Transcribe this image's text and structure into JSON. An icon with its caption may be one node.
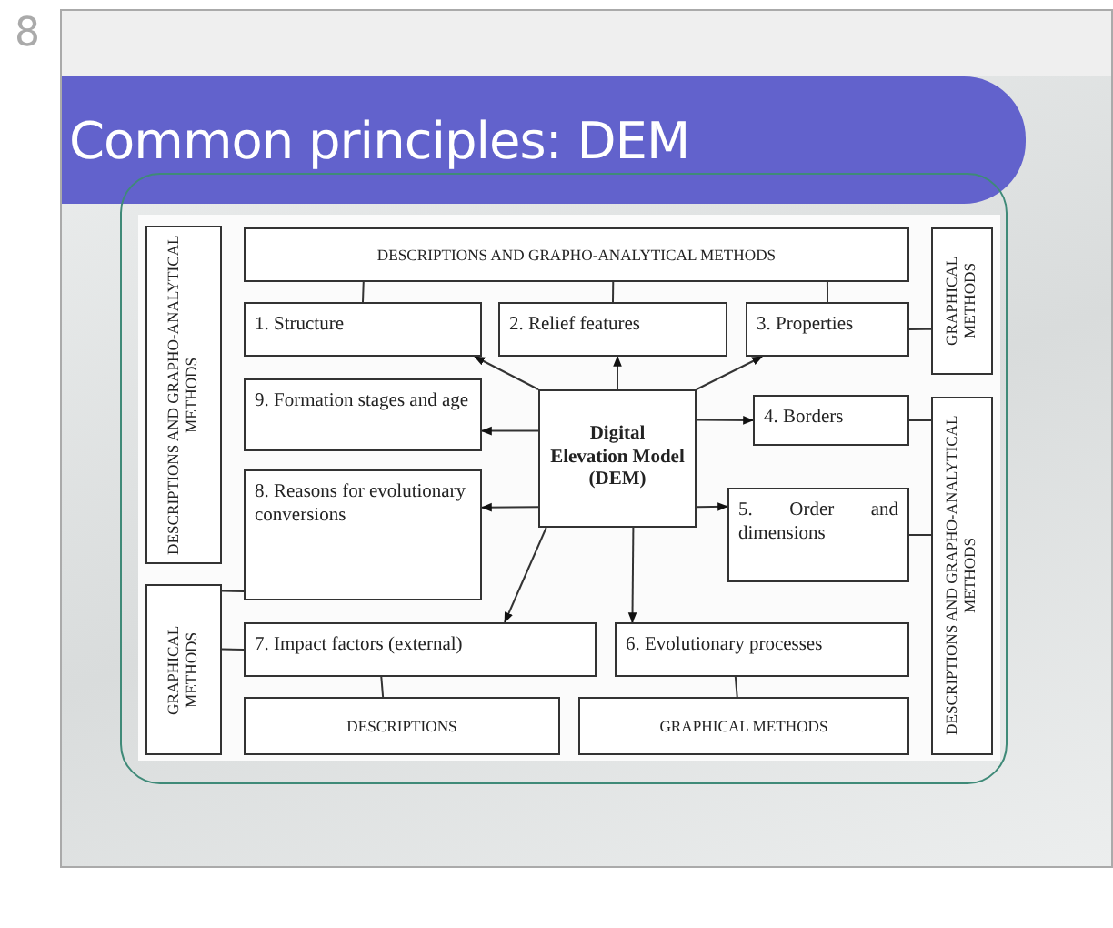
{
  "diagram": {
    "title": "Common principles: DEM",
    "nodes": [
      {
        "text": [
          "DESCRIPTIONS AND GRAPHO-ANALYTICAL METHODS"
        ]
      },
      {
        "text": [
          "1. Structure"
        ]
      },
      {
        "text": [
          "2. Relief features"
        ]
      },
      {
        "text": [
          "3. Properties"
        ]
      },
      {
        "text": [
          "GRAPHICAL METHODS"
        ]
      },
      {
        "text": [
          "DESCRIPTIONS AND GRAPHO-ANALYTICAL METHODS"
        ]
      },
      {
        "text": [
          "9. Formation stages and age"
        ]
      },
      {
        "text": [
          "Digital Elevation Model (DEM)"
        ]
      },
      {
        "text": [
          "4. Borders"
        ]
      },
      {
        "text": [
          "DESCRIPTIONS AND GRAPHO-ANALYTICAL METHODS"
        ]
      },
      {
        "text": [
          "8. Reasons for evolutionary conversions"
        ]
      },
      {
        "text": [
          "5. Order and dimensions"
        ]
      },
      {
        "text": [
          "GRAPHICAL METHODS"
        ]
      },
      {
        "text": [
          "7. Impact factors (external)"
        ]
      },
      {
        "text": [
          "6. Evolutionary processes"
        ]
      },
      {
        "text": [
          "DESCRIPTIONS"
        ]
      },
      {
        "text": [
          "GRAPHICAL METHODS"
        ]
      }
    ],
    "edges": [
      {
        "from": 7,
        "to": 1,
        "arrow": "to"
      },
      {
        "from": 7,
        "to": 2,
        "arrow": "to"
      },
      {
        "from": 7,
        "to": 3,
        "arrow": "to"
      },
      {
        "from": 7,
        "to": 6,
        "arrow": "to"
      },
      {
        "from": 7,
        "to": 8,
        "arrow": "to"
      },
      {
        "from": 7,
        "to": 10,
        "arrow": "to"
      },
      {
        "from": 7,
        "to": 11,
        "arrow": "to"
      },
      {
        "from": 7,
        "to": 13,
        "arrow": "to"
      },
      {
        "from": 7,
        "to": 14,
        "arrow": "to"
      },
      {
        "from": 0,
        "to": 1,
        "arrow": "none"
      },
      {
        "from": 0,
        "to": 2,
        "arrow": "none"
      },
      {
        "from": 0,
        "to": 3,
        "arrow": "none"
      },
      {
        "from": 3,
        "to": 4,
        "arrow": "none"
      },
      {
        "from": 9,
        "to": 8,
        "arrow": "none"
      },
      {
        "from": 9,
        "to": 11,
        "arrow": "none"
      },
      {
        "from": 12,
        "to": 10,
        "arrow": "none"
      },
      {
        "from": 12,
        "to": 13,
        "arrow": "none"
      },
      {
        "from": 13,
        "to": 15,
        "arrow": "none"
      },
      {
        "from": 14,
        "to": 16,
        "arrow": "none"
      }
    ],
    "labels": [
      "8"
    ]
  }
}
